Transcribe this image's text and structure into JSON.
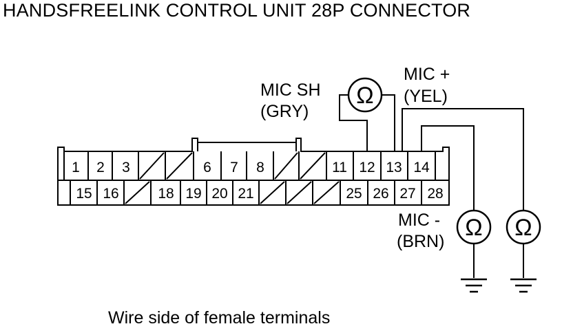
{
  "title": "HANDSFREELINK CONTROL UNIT 28P CONNECTOR",
  "caption": "Wire side of female terminals",
  "ohm_symbol": "Ω",
  "labels": {
    "mic_sh": "MIC SH",
    "mic_sh_color": "(GRY)",
    "mic_plus": "MIC +",
    "mic_plus_color": "(YEL)",
    "mic_minus": "MIC -",
    "mic_minus_color": "(BRN)"
  },
  "connector": {
    "top_row": [
      "1",
      "2",
      "3",
      "",
      "",
      "6",
      "7",
      "8",
      "",
      "",
      "11",
      "12",
      "13",
      "14",
      ""
    ],
    "bottom_row": [
      "",
      "15",
      "16",
      "",
      "18",
      "19",
      "20",
      "21",
      "",
      "",
      "",
      "25",
      "26",
      "27",
      "28"
    ]
  }
}
